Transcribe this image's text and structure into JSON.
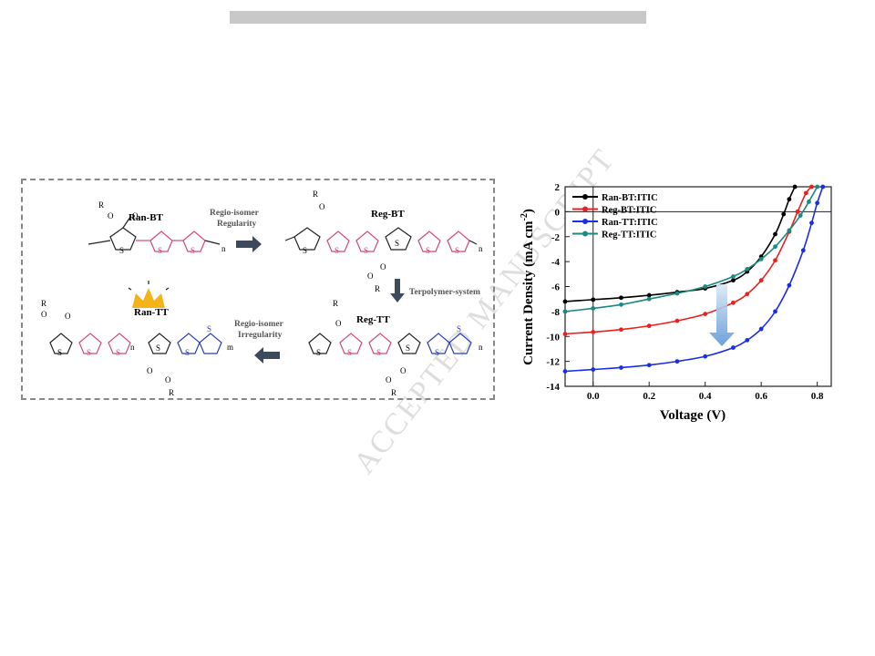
{
  "watermark": "ACCEPTED MANUSCRIPT",
  "scheme": {
    "polymers": {
      "ran_bt": "Ran-BT",
      "reg_bt": "Reg-BT",
      "reg_tt": "Reg-TT",
      "ran_tt": "Ran-TT"
    },
    "arrows": {
      "regularity_line1": "Regio-isomer",
      "regularity_line2": "Regularity",
      "terpolymer": "Terpolymer-system",
      "irregularity_line1": "Regio-isomer",
      "irregularity_line2": "Irregularity"
    },
    "atoms": {
      "sulfur": "S",
      "oxygen": "O",
      "r_group": "R",
      "n": "n",
      "m": "m"
    },
    "colors": {
      "bithiophene": "#d4477a",
      "thienothiophene": "#2b3fb5",
      "arrow": "#3c4a5c"
    }
  },
  "chart_data": {
    "type": "line",
    "xlabel": "Voltage (V)",
    "ylabel": "Current Density (mA cm",
    "ylabel_sup": "-2",
    "ylabel_close": ")",
    "xlim": [
      -0.1,
      0.85
    ],
    "ylim": [
      -14,
      2
    ],
    "xticks": [
      "0.0",
      "0.2",
      "0.4",
      "0.6",
      "0.8"
    ],
    "yticks": [
      "2",
      "0",
      "-2",
      "-4",
      "-6",
      "-8",
      "-10",
      "-12",
      "-14"
    ],
    "legend_position": "top-left",
    "series": [
      {
        "name": "Ran-BT:ITIC",
        "color": "#000000",
        "x": [
          -0.1,
          0.0,
          0.1,
          0.2,
          0.3,
          0.4,
          0.5,
          0.55,
          0.6,
          0.65,
          0.68,
          0.7,
          0.72
        ],
        "y": [
          -7.2,
          -7.05,
          -6.9,
          -6.7,
          -6.45,
          -6.15,
          -5.5,
          -4.8,
          -3.6,
          -1.8,
          -0.2,
          1.0,
          2.0
        ]
      },
      {
        "name": "Reg-BT:ITIC",
        "color": "#e82020",
        "x": [
          -0.1,
          0.0,
          0.1,
          0.2,
          0.3,
          0.4,
          0.5,
          0.55,
          0.6,
          0.65,
          0.7,
          0.73,
          0.76,
          0.78
        ],
        "y": [
          -9.8,
          -9.65,
          -9.45,
          -9.15,
          -8.75,
          -8.2,
          -7.3,
          -6.6,
          -5.5,
          -3.9,
          -1.6,
          0.0,
          1.5,
          2.0
        ]
      },
      {
        "name": "Ran-TT:ITIC",
        "color": "#1a2ee8",
        "x": [
          -0.1,
          0.0,
          0.1,
          0.2,
          0.3,
          0.4,
          0.5,
          0.55,
          0.6,
          0.65,
          0.7,
          0.75,
          0.78,
          0.8,
          0.82
        ],
        "y": [
          -12.8,
          -12.65,
          -12.5,
          -12.3,
          -12.0,
          -11.6,
          -10.9,
          -10.3,
          -9.4,
          -8.0,
          -5.9,
          -3.1,
          -0.9,
          0.7,
          2.0
        ]
      },
      {
        "name": "Reg-TT:ITIC",
        "color": "#1a8a82",
        "x": [
          -0.1,
          0.0,
          0.1,
          0.2,
          0.3,
          0.4,
          0.5,
          0.55,
          0.6,
          0.65,
          0.7,
          0.74,
          0.77,
          0.8
        ],
        "y": [
          -8.0,
          -7.75,
          -7.45,
          -7.0,
          -6.55,
          -6.0,
          -5.2,
          -4.6,
          -3.8,
          -2.8,
          -1.5,
          -0.3,
          0.8,
          2.0
        ]
      }
    ]
  }
}
